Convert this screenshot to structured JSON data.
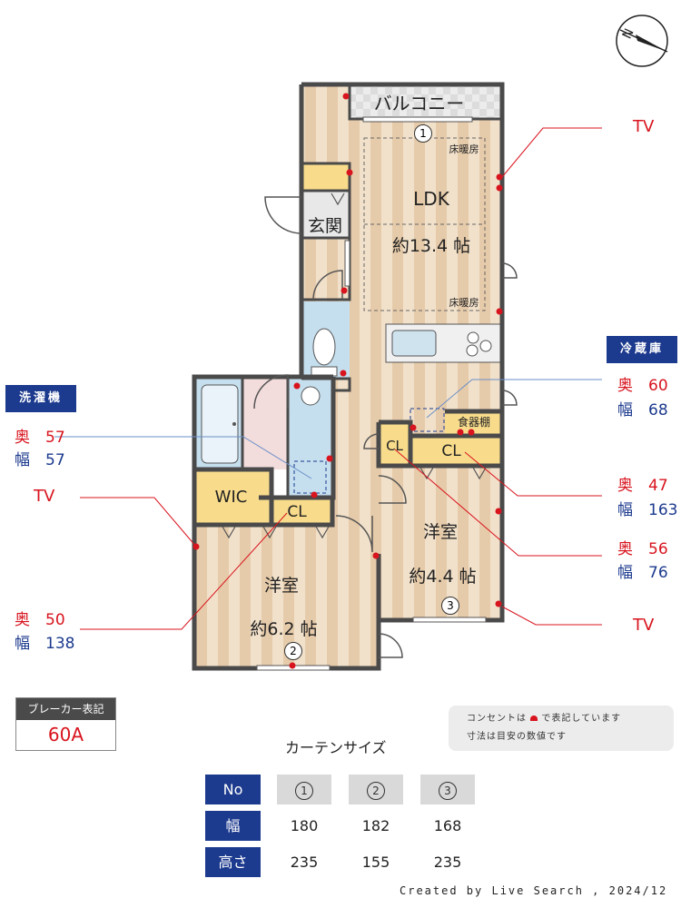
{
  "compass": {
    "label": "N"
  },
  "rooms": {
    "balcony": "バルコニー",
    "ldk": {
      "name": "LDK",
      "size": "約13.4 帖"
    },
    "floor_heating_top": "床暖房",
    "floor_heating_bottom": "床暖房",
    "entrance": "玄関",
    "wic": "WIC",
    "cl_bedroom1": "CL",
    "cl_bedroom2": "CL",
    "cl_small": "CL",
    "pantry": "食器棚",
    "bedroom1": {
      "name": "洋室",
      "size": "約6.2 帖"
    },
    "bedroom2": {
      "name": "洋室",
      "size": "約4.4 帖"
    }
  },
  "window_markers": [
    "1",
    "2",
    "3"
  ],
  "callouts": {
    "washer": {
      "title": "洗濯機",
      "depth_label": "奥",
      "depth": "57",
      "width_label": "幅",
      "width": "57"
    },
    "fridge": {
      "title": "冷蔵庫",
      "depth_label": "奥",
      "depth": "60",
      "width_label": "幅",
      "width": "68"
    },
    "cl_large": {
      "depth_label": "奥",
      "depth": "47",
      "width_label": "幅",
      "width": "163"
    },
    "cl_small": {
      "depth_label": "奥",
      "depth": "56",
      "width_label": "幅",
      "width": "76"
    },
    "cl_bedroom1": {
      "depth_label": "奥",
      "depth": "50",
      "width_label": "幅",
      "width": "138"
    }
  },
  "tv_labels": [
    "TV",
    "TV",
    "TV"
  ],
  "breaker": {
    "label": "ブレーカー表記",
    "value": "60A"
  },
  "note": {
    "line1_pre": "コンセントは",
    "line1_post": "で表記しています",
    "line2": "寸法は目安の数値です"
  },
  "curtain": {
    "title": "カーテンサイズ",
    "header": [
      "No",
      "1",
      "2",
      "3"
    ],
    "rows": [
      {
        "label": "幅",
        "values": [
          "180",
          "182",
          "168"
        ]
      },
      {
        "label": "高さ",
        "values": [
          "235",
          "155",
          "235"
        ]
      }
    ]
  },
  "credit": "Created by Live Search , 2024/12",
  "colors": {
    "outlet": "#d8141e",
    "accent": "#1c3a8e",
    "wall": "#4a4a4a",
    "wood": "#ead3b6",
    "tile": "#c5dfee",
    "storage": "#f8dc8c"
  }
}
